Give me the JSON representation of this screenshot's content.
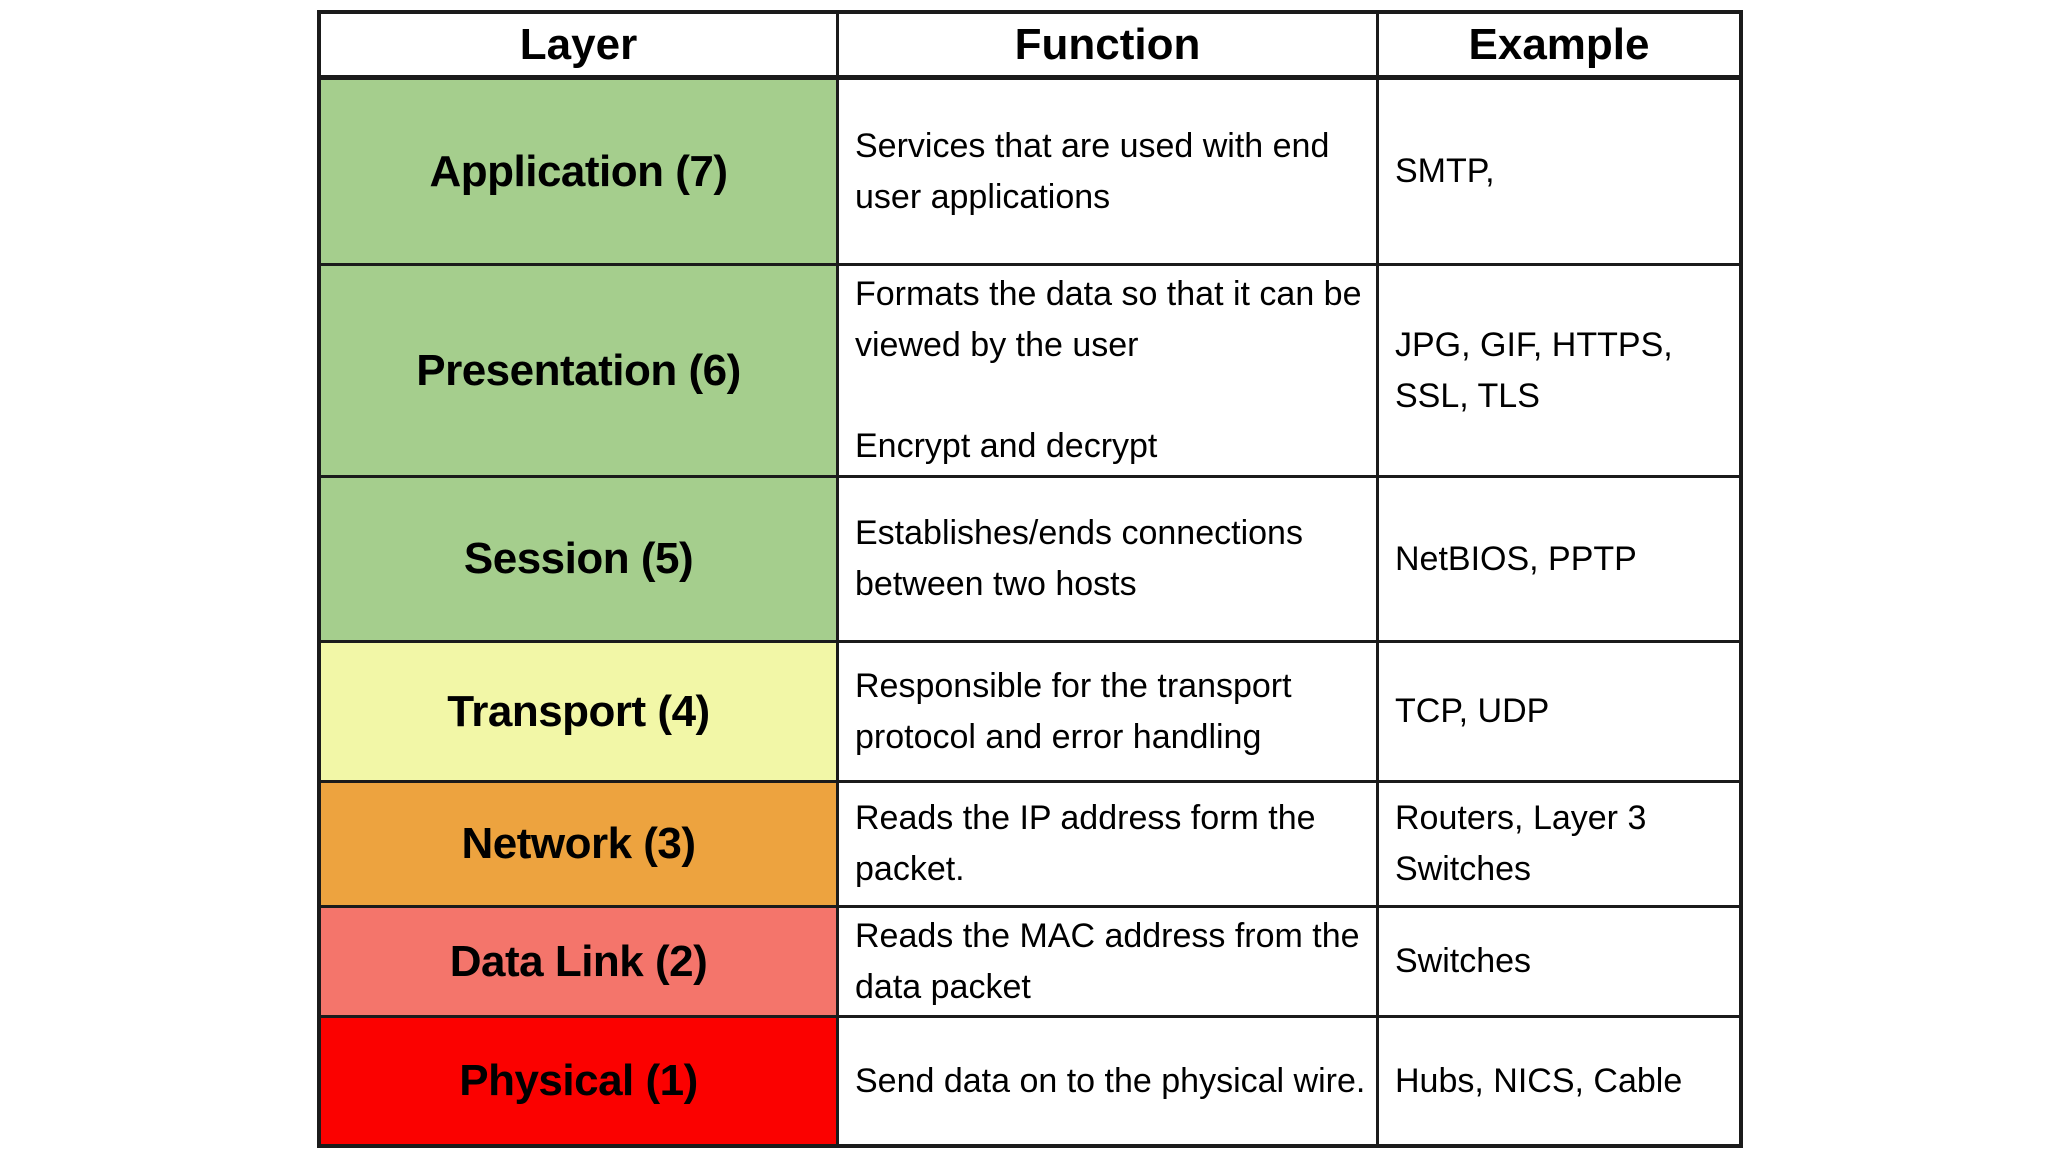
{
  "table": {
    "headers": {
      "layer": "Layer",
      "function": "Function",
      "example": "Example"
    },
    "rows": [
      {
        "layer": "Application (7)",
        "function": "Services that are used with end user applications",
        "example": "SMTP,",
        "color": "#a5ce8d"
      },
      {
        "layer": "Presentation (6)",
        "function": "Formats the data so that it can be viewed by the user",
        "function2": "Encrypt and decrypt",
        "example": "JPG, GIF, HTTPS, SSL, TLS",
        "color": "#a5ce8d"
      },
      {
        "layer": "Session (5)",
        "function": "Establishes/ends connections between two hosts",
        "example": "NetBIOS, PPTP",
        "color": "#a5ce8d"
      },
      {
        "layer": "Transport (4)",
        "function": "Responsible for the transport protocol and error handling",
        "example": "TCP, UDP",
        "color": "#f2f7a7"
      },
      {
        "layer": "Network (3)",
        "function": "Reads the IP address form the packet.",
        "example": "Routers, Layer 3 Switches",
        "color": "#eda33f"
      },
      {
        "layer": "Data Link (2)",
        "function": "Reads the MAC address from the data packet",
        "example": "Switches",
        "color": "#f4756b"
      },
      {
        "layer": "Physical (1)",
        "function": "Send data on to the physical wire.",
        "example": "Hubs, NICS, Cable",
        "color": "#fb0100"
      }
    ],
    "border_color": "#1b1b1b",
    "background": "#ffffff",
    "text_color": "#000000"
  }
}
